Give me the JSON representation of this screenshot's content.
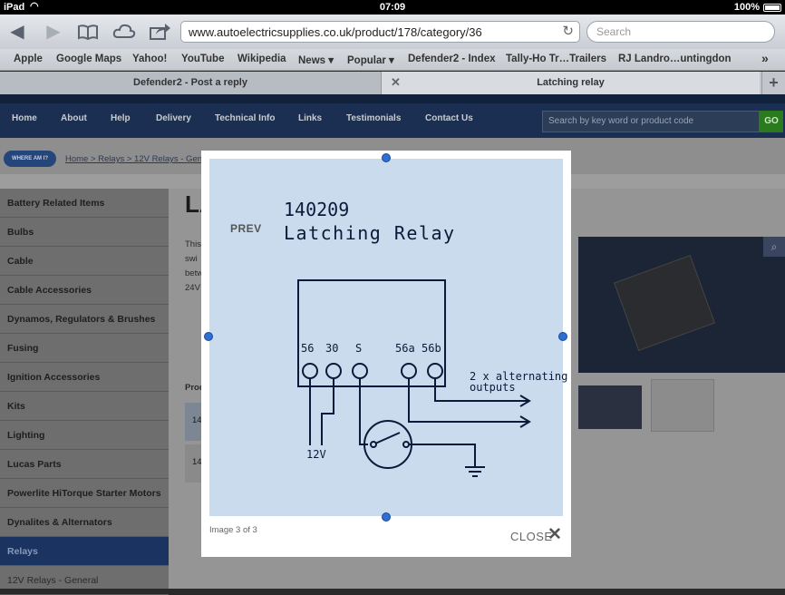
{
  "status_bar": {
    "device": "iPad",
    "time": "07:09",
    "battery": "100%"
  },
  "toolbar": {
    "url": "www.autoelectricsupplies.co.uk/product/178/category/36",
    "search_placeholder": "Search"
  },
  "bookmarks": [
    "Apple",
    "Google Maps",
    "Yahoo!",
    "YouTube",
    "Wikipedia",
    "News ▾",
    "Popular ▾",
    "Defender2 - Index",
    "Tally-Ho Tr…Trailers",
    "RJ Landro…untingdon"
  ],
  "tabs": [
    {
      "label": "Defender2 - Post a reply"
    },
    {
      "label": "Latching relay"
    }
  ],
  "site_nav": {
    "items": [
      "Home",
      "About",
      "Help",
      "Delivery",
      "Technical Info",
      "Links",
      "Testimonials",
      "Contact Us"
    ],
    "search_placeholder": "Search by key word or product code",
    "go_label": "GO"
  },
  "breadcrumb": {
    "badge": "WHERE AM I?",
    "text": "Home > Relays > 12V Relays - Gen"
  },
  "sidebar": {
    "items": [
      "Battery Related Items",
      "Bulbs",
      "Cable",
      "Cable Accessories",
      "Dynamos, Regulators & Brushes",
      "Fusing",
      "Ignition Accessories",
      "Kits",
      "Lighting",
      "Lucas Parts",
      "Powerlite HiTorque Starter Motors",
      "Dynalites & Alternators",
      "Relays",
      "12V Relays - General"
    ],
    "active_index": 12
  },
  "content": {
    "heading": "LA",
    "para_lines": [
      "This",
      "swi",
      "betw",
      "24V"
    ],
    "products_label": "Prod",
    "row_labels": [
      "14",
      "14"
    ]
  },
  "lightbox": {
    "prev_label": "PREV",
    "counter": "Image 3 of 3",
    "close_label": "CLOSE",
    "drawing": {
      "number": "140209",
      "title": "Latching Relay",
      "terminals": [
        "56",
        "30",
        "S",
        "56a",
        "56b"
      ],
      "outputs_line1": "2 x alternating",
      "outputs_line2": "outputs",
      "supply": "12V"
    }
  }
}
